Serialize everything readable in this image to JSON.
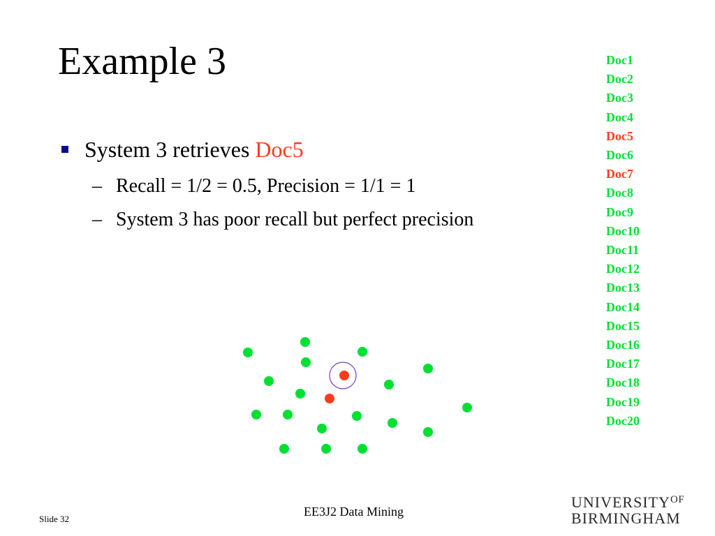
{
  "slide": {
    "title": "Example 3",
    "bullet": {
      "prefix": "System 3 retrieves ",
      "highlight": "Doc5"
    },
    "sub_bullets": [
      {
        "marker": "–",
        "text": "Recall = 1/2 = 0.5, Precision = 1/1 = 1"
      },
      {
        "marker": "–",
        "text": "System 3 has poor recall but perfect precision"
      }
    ],
    "documents": [
      {
        "label": "Doc1",
        "relevant": false
      },
      {
        "label": "Doc2",
        "relevant": false
      },
      {
        "label": "Doc3",
        "relevant": false
      },
      {
        "label": "Doc4",
        "relevant": false
      },
      {
        "label": "Doc5",
        "relevant": true
      },
      {
        "label": "Doc6",
        "relevant": false
      },
      {
        "label": "Doc7",
        "relevant": true
      },
      {
        "label": "Doc8",
        "relevant": false
      },
      {
        "label": "Doc9",
        "relevant": false
      },
      {
        "label": "Doc10",
        "relevant": false
      },
      {
        "label": "Doc11",
        "relevant": false
      },
      {
        "label": "Doc12",
        "relevant": false
      },
      {
        "label": "Doc13",
        "relevant": false
      },
      {
        "label": "Doc14",
        "relevant": false
      },
      {
        "label": "Doc15",
        "relevant": false
      },
      {
        "label": "Doc16",
        "relevant": false
      },
      {
        "label": "Doc17",
        "relevant": false
      },
      {
        "label": "Doc18",
        "relevant": false
      },
      {
        "label": "Doc19",
        "relevant": false
      },
      {
        "label": "Doc20",
        "relevant": false
      }
    ],
    "footer": {
      "course": "EE3J2 Data Mining",
      "slide_number": "Slide 32"
    },
    "logo": {
      "line1": "UNIVERSITY",
      "line1_suffix": "OF",
      "line2": "BIRMINGHAM"
    }
  },
  "colors": {
    "irrelevant": "#00e033",
    "relevant": "#ff3b1f",
    "retrieved_ring": "#7a3fbf",
    "bullet_marker": "#0a0a8c"
  }
}
